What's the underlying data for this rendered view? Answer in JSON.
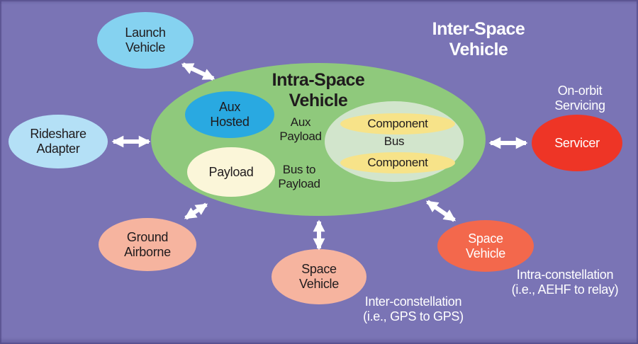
{
  "colors": {
    "background": "#7a74b5",
    "intra_vehicle_green": "#8fc97c",
    "bus_inner_green": "#d2e5cc",
    "component_yellow": "#f7e389",
    "aux_hosted_blue": "#29a9e1",
    "launch_vehicle_blue": "#85d2f0",
    "rideshare_blue": "#b4e0f6",
    "payload_cream": "#fbf6d9",
    "servicer_red": "#ee3526",
    "space_vehicle_orange": "#f3684c",
    "ground_salmon": "#f6b49f",
    "arrow_white": "#ffffff",
    "text_black": "#1f1b1d",
    "text_white": "#ffffff"
  },
  "titles": {
    "inter_space": {
      "line1": "Inter-Space",
      "line2": "Vehicle"
    },
    "intra_space": {
      "line1": "Intra-Space",
      "line2": "Vehicle"
    }
  },
  "nodes": {
    "launch_vehicle": {
      "line1": "Launch",
      "line2": "Vehicle"
    },
    "rideshare_adapter": {
      "line1": "Rideshare",
      "line2": "Adapter"
    },
    "aux_hosted": {
      "line1": "Aux",
      "line2": "Hosted"
    },
    "payload": {
      "label": "Payload"
    },
    "bus_module": {
      "component_top": "Component",
      "bus": "Bus",
      "component_bottom": "Component"
    },
    "servicer": {
      "label": "Servicer"
    },
    "ground_airborne": {
      "line1": "Ground",
      "line2": "Airborne"
    },
    "space_vehicle_bottom": {
      "line1": "Space",
      "line2": "Vehicle"
    },
    "space_vehicle_right": {
      "line1": "Space",
      "line2": "Vehicle"
    }
  },
  "annotations": {
    "aux_payload": {
      "line1": "Aux",
      "line2": "Payload"
    },
    "bus_to_payload": {
      "line1": "Bus to",
      "line2": "Payload"
    },
    "on_orbit_servicing": {
      "line1": "On-orbit",
      "line2": "Servicing"
    },
    "inter_constellation": {
      "line1": "Inter-constellation",
      "line2": "(i.e., GPS to GPS)"
    },
    "intra_constellation": {
      "line1": "Intra-constellation",
      "line2": "(i.e., AEHF to relay)"
    }
  },
  "connections": [
    {
      "from": "launch-vehicle",
      "to": "intra-space-vehicle"
    },
    {
      "from": "rideshare-adapter",
      "to": "intra-space-vehicle"
    },
    {
      "from": "intra-space-vehicle",
      "to": "servicer"
    },
    {
      "from": "intra-space-vehicle",
      "to": "ground-airborne"
    },
    {
      "from": "intra-space-vehicle",
      "to": "space-vehicle-bottom"
    },
    {
      "from": "intra-space-vehicle",
      "to": "space-vehicle-right"
    }
  ]
}
